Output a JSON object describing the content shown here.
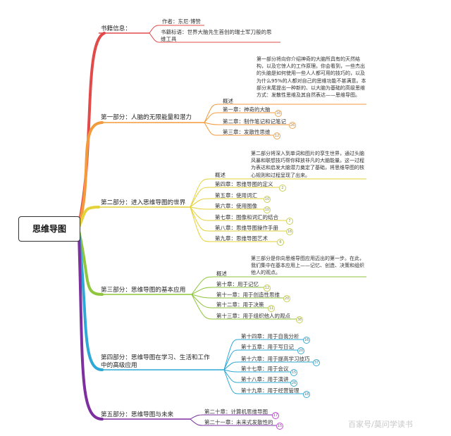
{
  "central": "思维导图",
  "book_info": {
    "label": "书籍信息：",
    "author": "作者：东尼·博赞",
    "tagline_line1": "书籍标语：世界大脑先生首创的瑞士军刀般的思",
    "tagline_line2": "维工具"
  },
  "part1": {
    "label": "第一部分：人脑的无限能量和潜力",
    "overview": "概述",
    "blurb": "第一部分将向你介绍神奇的大脑所具有的天然结构，以及它惊人的工作原理。你会看到，一些杰出的头脑是如何使用一些人人都可用的技巧的，以及为什么95%的人都对自己的思维功能不甚满意。本部分末尾提出一种新的、以大脑为基础的高级思维方式：发散性思维及其自然表达——思维导图。",
    "chapters": [
      {
        "label": "第一章：神奇的大脑",
        "page": "16"
      },
      {
        "label": "第二章：制作笔记和记笔记",
        "page": "26"
      },
      {
        "label": "第三章：发散性思维",
        "page": "12"
      }
    ]
  },
  "part2": {
    "label": "第二部分：进入思维导图的世界",
    "overview": "概述",
    "blurb": "第二部分将深入到单词和图片的孪生世界，通过头脑风暴和联想技巧帮你释放非凡的大脑能量。这一过程为表达和启发大脑潜力奠定了基础，将思维导图的核心规则和过程呈现了出来。",
    "chapters": [
      {
        "label": "第四章：思维导图的定义",
        "page": "2"
      },
      {
        "label": "第五章：使用词汇",
        "page": "10"
      },
      {
        "label": "第六章：使用图像",
        "page": "10"
      },
      {
        "label": "第七章：图像和词汇的结合",
        "page": "7"
      },
      {
        "label": "第八章：思维导图操作手册",
        "page": "16"
      },
      {
        "label": "第九章：思维导图艺术",
        "page": "6"
      }
    ]
  },
  "part3": {
    "label": "第三部分：思维导图的基本应用",
    "overview": "概述",
    "blurb": "第三部分是你向思维导图应用迈出的第一步。在此，我们集中在基本应用上——记忆、创造、决策和组织他人的观点。",
    "chapters": [
      {
        "label": "第十章：用于记忆",
        "page": "12"
      },
      {
        "label": "第十一章：用于创造性思维",
        "page": "20"
      },
      {
        "label": "第十二章：用于决策",
        "page": "11"
      },
      {
        "label": "第十三章：用于组织他人的观点",
        "page": "38"
      }
    ]
  },
  "part4": {
    "label_line1": "第四部分：思维导图在学习、生活和工作",
    "label_line2": "中的高级应用",
    "chapters": [
      {
        "label": "第十四章：用于自我分析",
        "page": "16"
      },
      {
        "label": "第十五章：用于写日记",
        "page": "20"
      },
      {
        "label": "第十六章：用于提高学习技巧",
        "page": "37"
      },
      {
        "label": "第十七章：用于会议",
        "page": "15"
      },
      {
        "label": "第十八章：用于演讲",
        "page": "26"
      },
      {
        "label": "第十九章：用于经营管理",
        "page": "18"
      }
    ]
  },
  "part5": {
    "label": "第五部分：思维导图与未来",
    "chapters": [
      {
        "label": "第二十章：计算机思维导图",
        "page": "17"
      },
      {
        "label": "第二十一章：未来式发散性的",
        "page": "15"
      }
    ]
  },
  "watermark": "百家号/莫问学读书",
  "colors": {
    "red": "#e24a4a",
    "orange": "#f29a3c",
    "yellow": "#e4d23a",
    "green": "#8fc63d",
    "teal": "#2ea8d6",
    "purple": "#7d2fa0"
  }
}
